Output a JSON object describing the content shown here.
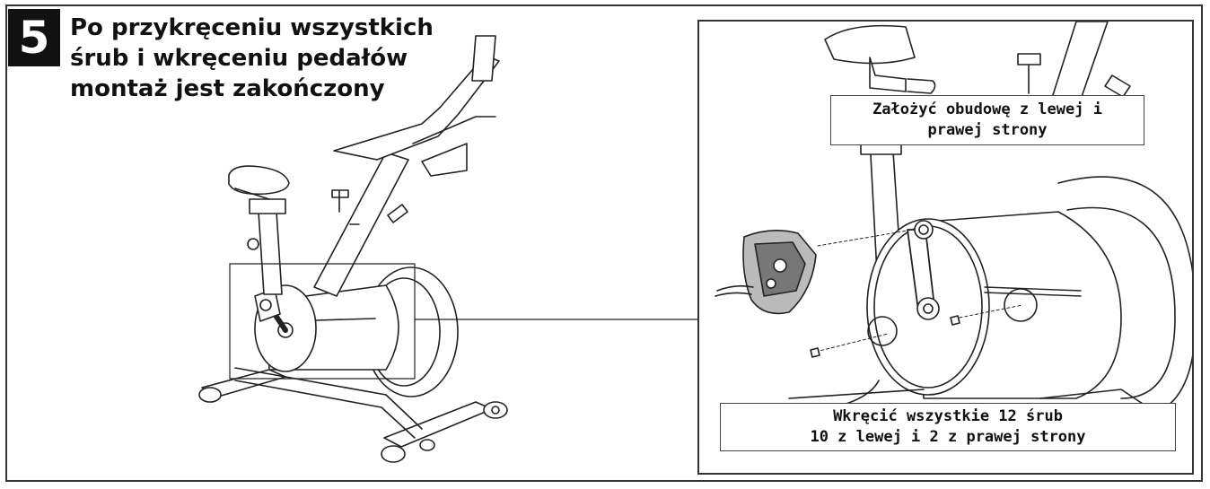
{
  "step": {
    "number": "5",
    "title_lines": [
      "Po przykręceniu wszystkich",
      "śrub i wkręceniu pedałów",
      "montaż jest zakończony"
    ]
  },
  "callouts": {
    "cover": [
      "Założyć obudowę z lewej i",
      "prawej strony"
    ],
    "screws": [
      "Wkręcić wszystkie 12 śrub",
      "10 z lewej i 2 z prawej strony"
    ]
  },
  "colors": {
    "line": "#222222",
    "badge": "#111111",
    "background": "#ffffff"
  },
  "icons": [
    "exercise-bike-illustration",
    "flywheel-cover-detail-illustration",
    "pedal-icon",
    "screw-icon"
  ]
}
